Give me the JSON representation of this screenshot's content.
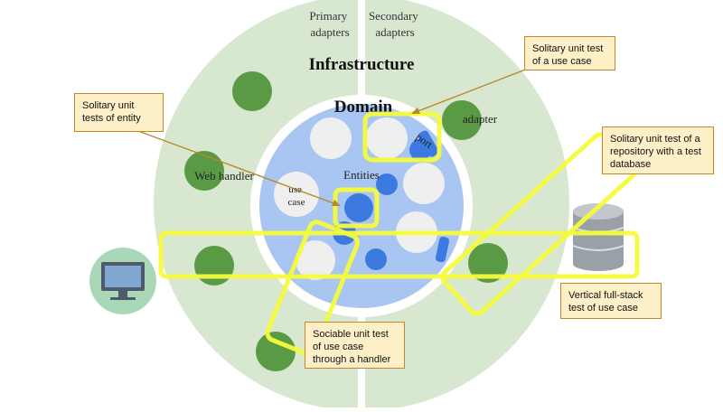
{
  "rings": {
    "primary_label": "Primary\nadapters",
    "secondary_label": "Secondary\nadapters",
    "infrastructure_title": "Infrastructure",
    "domain_title": "Domain"
  },
  "labels": {
    "web_handler": "Web handler",
    "adapter": "adapter",
    "port": "port",
    "entities": "Entities",
    "use_case": "use\ncase"
  },
  "callouts": {
    "entity_tests": "Solitary unit\ntests of entity",
    "use_case_test": "Solitary unit test\nof a use case",
    "repository_test": "Solitary unit test of a\nrepository with a test\ndatabase",
    "full_stack_test": "Vertical full-stack\ntest of use case",
    "sociable_test": "Sociable unit test\nof use case\nthrough a handler"
  },
  "icons": {
    "computer": "monitor-icon",
    "database": "database-icon"
  },
  "colors": {
    "outer_ring": "#d8e8d0",
    "domain": "#a9c6f2",
    "adapter_green": "#5b9a45",
    "entity_blue": "#3c7ae0",
    "use_case_grey": "#efefef",
    "highlight": "#f5fb3c",
    "callout_bg": "#fdf0c8",
    "callout_border": "#c8862b"
  }
}
